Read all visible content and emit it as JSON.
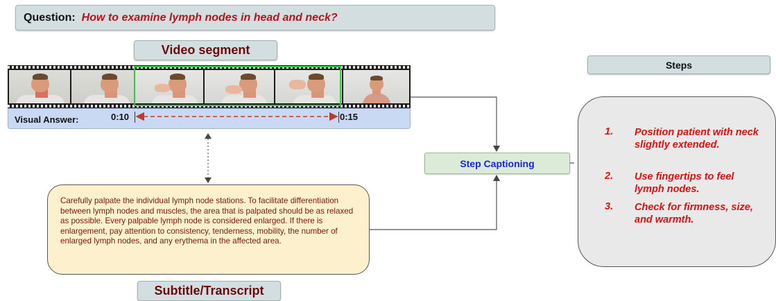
{
  "question": {
    "label": "Question:",
    "text": "How to examine lymph nodes in head and neck?"
  },
  "video_segment": {
    "label": "Video segment",
    "visual_answer_label": "Visual Answer:",
    "start_time": "0:10",
    "end_time": "0:15"
  },
  "steps": {
    "header": "Steps",
    "items": [
      {
        "num": "1.",
        "text": "Position patient with neck slightly extended."
      },
      {
        "num": "2.",
        "text": "Use fingertips to feel lymph nodes."
      },
      {
        "num": "3.",
        "text": "Check for firmness, size, and warmth."
      }
    ]
  },
  "step_captioning": {
    "label": "Step Captioning"
  },
  "transcript": {
    "text": "Carefully palpate the individual lymph node stations. To facilitate differentiation between lymph nodes and muscles, the area that is palpated should be as relaxed as possible. Every palpable lymph node is considered enlarged. If there is enlargement, pay attention to consistency, tenderness, mobility, the number of enlarged lymph nodes, and any erythema in the affected area.",
    "label": "Subtitle/Transcript"
  },
  "colors": {
    "question_text": "#b8121b",
    "steps_text": "#e01010",
    "step_captioning_text": "#1525e0",
    "highlight": "#2ecc40",
    "arrow_dashed": "#c0392b"
  }
}
